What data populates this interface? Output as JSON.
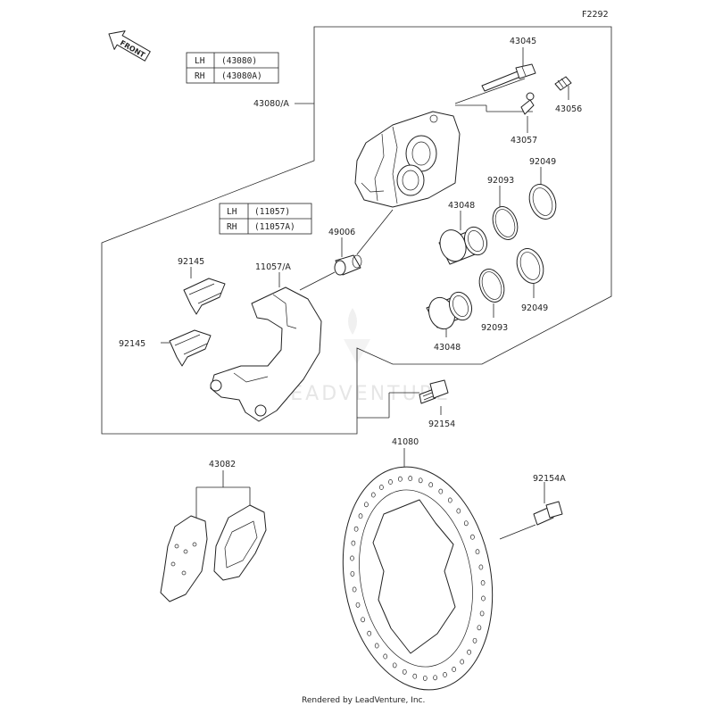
{
  "figure_code": "F2292",
  "front_label": "FRONT",
  "caliper_table": [
    {
      "side": "LH",
      "part": "(43080)"
    },
    {
      "side": "RH",
      "part": "(43080A)"
    }
  ],
  "bracket_table": [
    {
      "side": "LH",
      "part": "(11057)"
    },
    {
      "side": "RH",
      "part": "(11057A)"
    }
  ],
  "labels": {
    "caliper_assy": "43080/A",
    "pin": "43045",
    "bleeder": "43056",
    "cap": "43057",
    "seal_a_top": "92049",
    "seal_b_top": "92093",
    "piston_top": "43048",
    "boot": "49006",
    "bracket": "11057/A",
    "spring_top": "92145",
    "spring_bottom": "92145",
    "piston_bottom": "43048",
    "seal_b_bottom": "92093",
    "seal_a_bottom": "92049",
    "bolt": "92154",
    "disc": "41080",
    "pads": "43082",
    "disc_bolt": "92154A"
  },
  "watermark": "LEADVENTURE",
  "footer": "Rendered by LeadVenture, Inc."
}
